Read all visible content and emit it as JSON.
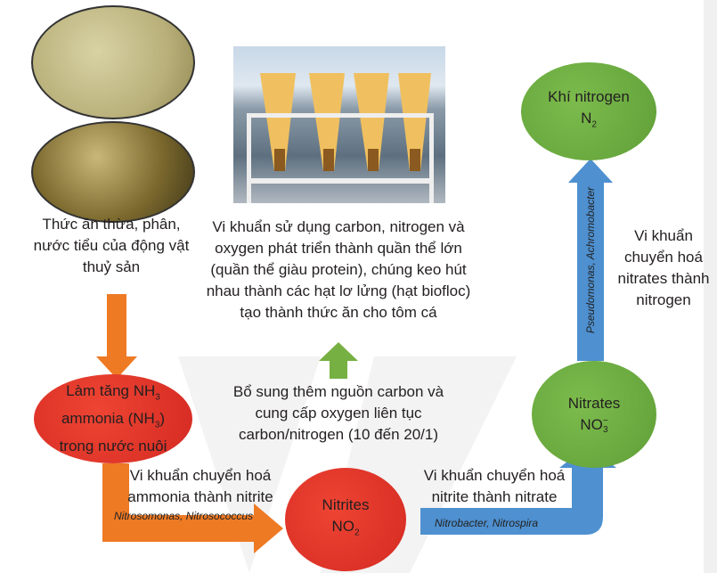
{
  "colors": {
    "red": "#e8382b",
    "green": "#6aad3f",
    "orange": "#ee7a24",
    "blue": "#4e90d0"
  },
  "photo1_caption": [
    "Thức ăn thừa, phân,",
    "nước tiểu của động vật",
    "thuỷ sản"
  ],
  "photo2_caption": [
    "Vi khuẩn sử dụng carbon, nitrogen và",
    "oxygen phát triển thành quần thể lớn",
    "(quần thể giàu protein), chúng keo hút",
    "nhau thành các hạt lơ lửng (hạt biofloc)",
    "tạo thành thức ăn cho tôm cá"
  ],
  "carbon_note": [
    "Bổ sung thêm nguồn carbon và",
    "cung cấp oxygen liên tục",
    "carbon/nitrogen (10 đến 20/1)"
  ],
  "ammonia_node": {
    "line1": "Làm tăng NH",
    "line1_sub": "3",
    "line2": "ammonia (NH",
    "line2_sub": "3",
    "line2_end": ")",
    "line3": "trong nước nuôi"
  },
  "nitrites_node": {
    "label": "Nitrites",
    "formula": "NO",
    "sub": "2"
  },
  "nitrates_node": {
    "label": "Nitrates",
    "formula": "NO",
    "sup": "−",
    "sub": "3"
  },
  "nitrogen_node": {
    "label": "Khí nitrogen",
    "formula": "N",
    "sub": "2"
  },
  "step1": {
    "text": [
      "Vi khuẩn chuyển hoá",
      "ammonia thành nitrite"
    ],
    "bacteria": "Nitrosomonas, Nitrosococcus"
  },
  "step2": {
    "text": [
      "Vi khuẩn chuyển hoá",
      "nitrite thành nitrate"
    ],
    "bacteria": "Nitrobacter, Nitrospira"
  },
  "step3": {
    "text": [
      "Vi khuẩn",
      "chuyển hoá",
      "nitrates thành",
      "nitrogen"
    ],
    "bacteria": "Pseudomonas, Achromobacter"
  }
}
